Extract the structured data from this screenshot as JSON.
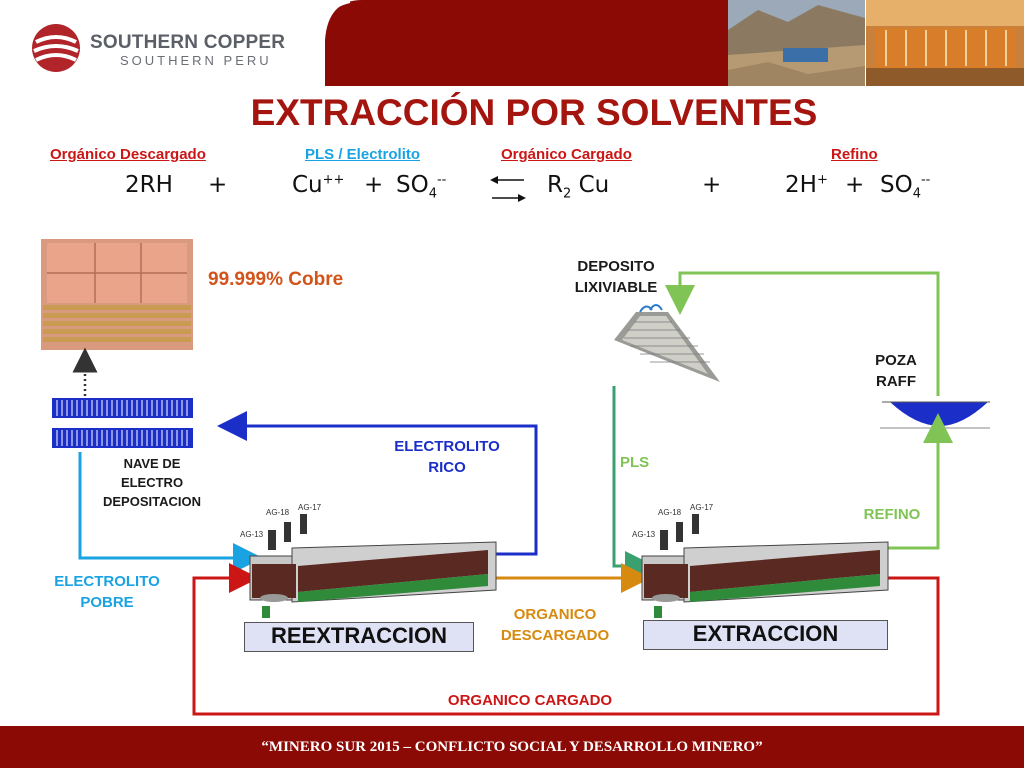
{
  "brand": {
    "name": "SOUTHERN COPPER",
    "sub": "SOUTHERN PERU"
  },
  "title": "EXTRACCIÓN POR SOLVENTES",
  "equation": {
    "labels": [
      "Orgánico Descargado",
      "PLS / Electrolito",
      "Orgánico Cargado",
      "Refino"
    ],
    "terms": [
      "2RH",
      "+",
      "Cu",
      "++",
      "+",
      "SO",
      "4",
      "--",
      "R",
      "2",
      "Cu",
      "+",
      "2H",
      "+",
      "+",
      "SO",
      "4",
      "--"
    ]
  },
  "copper_purity": "99.999% Cobre",
  "labels": {
    "deposito": [
      "DEPOSITO",
      "LIXIVIABLE"
    ],
    "poza": [
      "POZA",
      "RAFF"
    ],
    "electrolito_rico": [
      "ELECTROLITO",
      "RICO"
    ],
    "pls": "PLS",
    "nave": [
      "NAVE DE",
      "ELECTRO",
      "DEPOSITACION"
    ],
    "refino": "REFINO",
    "electrolito_pobre": [
      "ELECTROLITO",
      "POBRE"
    ],
    "organico_descargado": [
      "ORGANICO",
      "DESCARGADO"
    ],
    "organico_cargado": "ORGANICO CARGADO",
    "reextraccion": "REEXTRACCION",
    "extraccion": "EXTRACCION",
    "tags": [
      "AG-13",
      "AG-18",
      "AG-17"
    ]
  },
  "footer": "“MINERO SUR 2015 – CONFLICTO SOCIAL Y DESARROLLO MINERO”",
  "colors": {
    "header_red": "#8c0a06",
    "title_red": "#a5150f",
    "green": "#7fc454",
    "blue": "#1b2fc8",
    "light_blue": "#1aa3e2",
    "orange": "#d68a10",
    "red": "#cc1616"
  }
}
